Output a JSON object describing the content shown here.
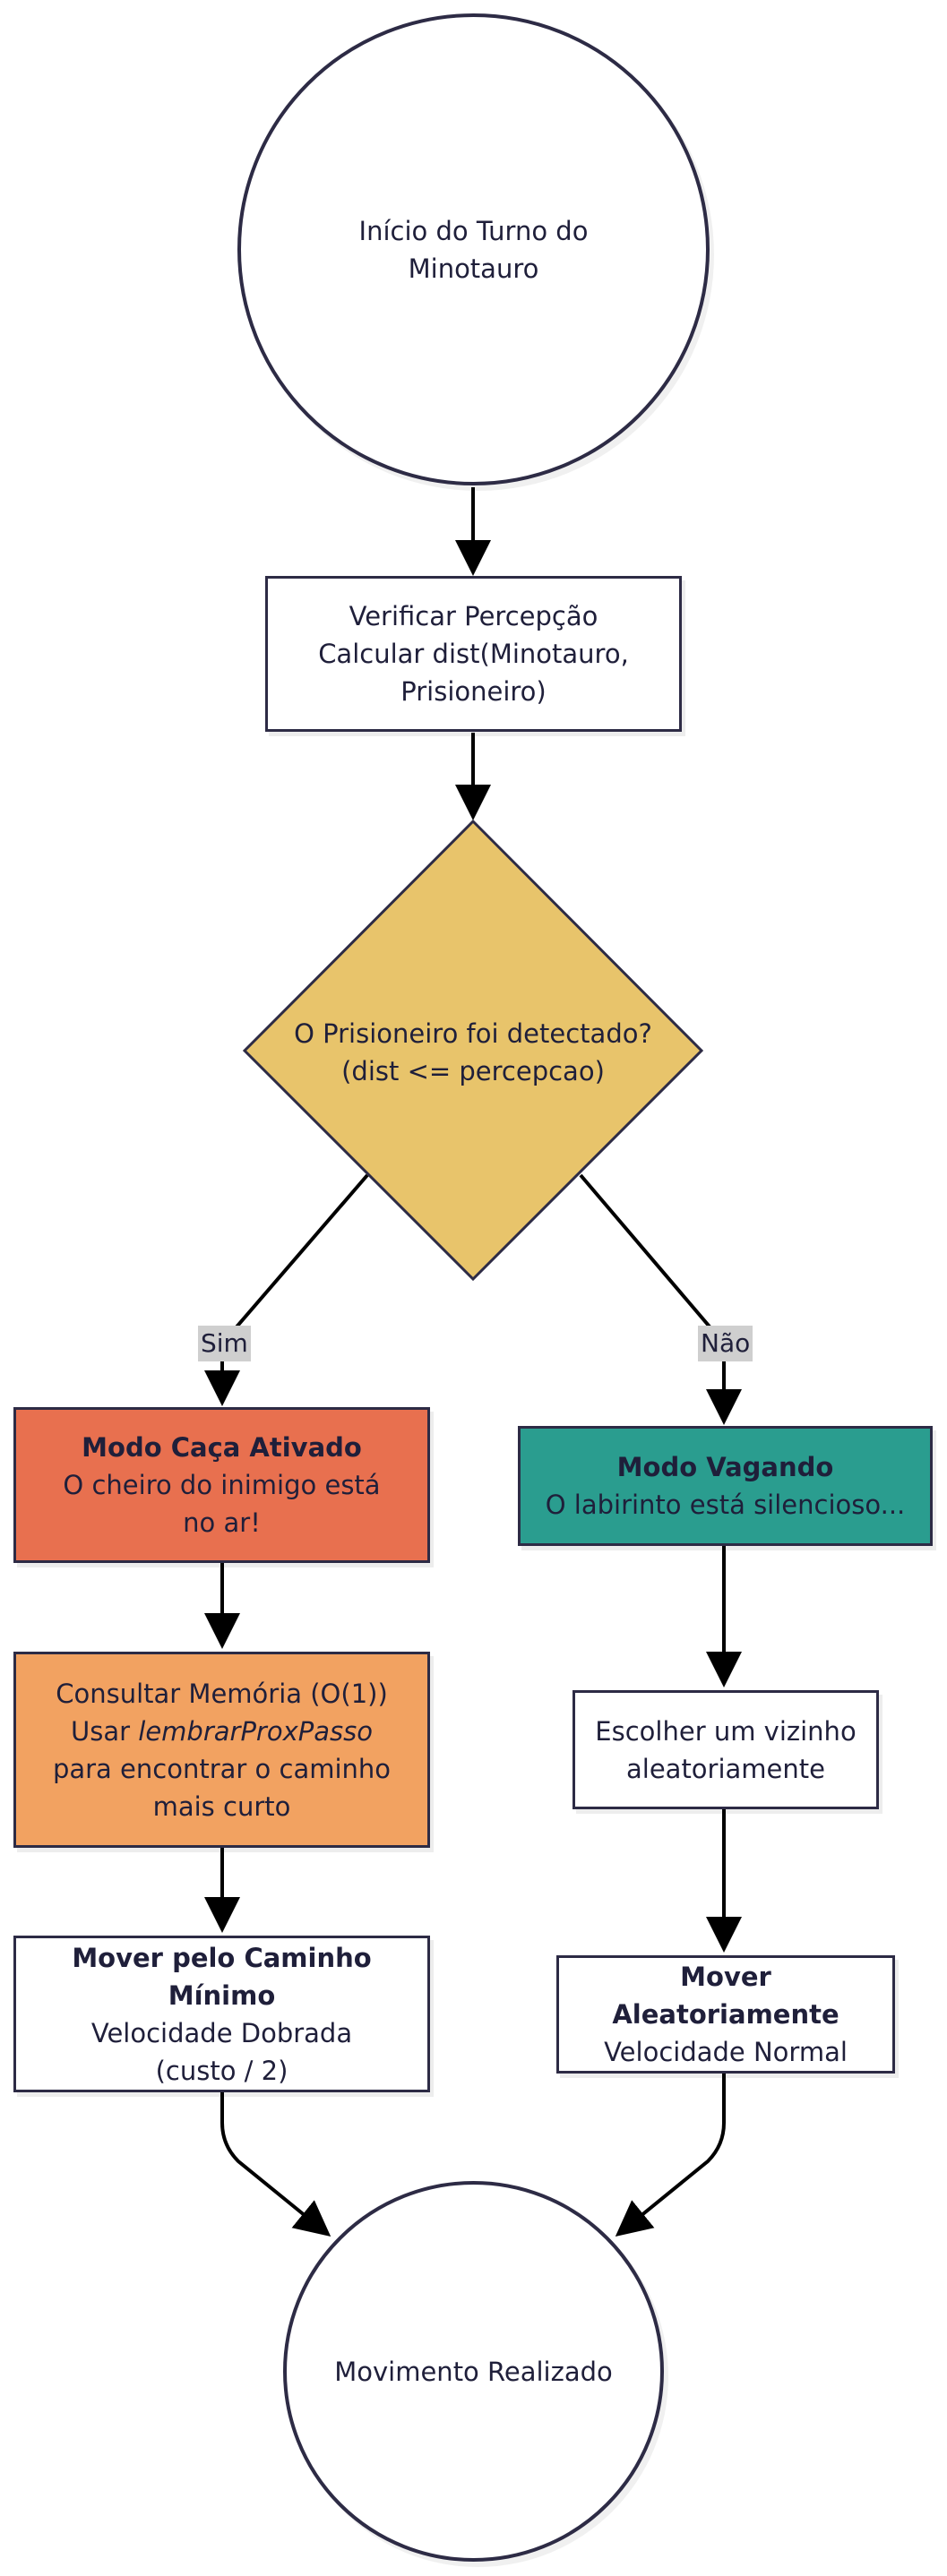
{
  "nodes": {
    "start": "Início do Turno do Minotauro",
    "check_line1": "Verificar Percepção",
    "check_line2": "Calcular dist(Minotauro, Prisioneiro)",
    "decision_line1": "O Prisioneiro foi detectado?",
    "decision_line2": "(dist <= percepcao)",
    "hunt_title": "Modo Caça Ativado",
    "hunt_text": "O cheiro do inimigo está no ar!",
    "memory_line1": "Consultar Memória (O(1))",
    "memory_pre": "Usar ",
    "memory_em": "lembrarProxPasso",
    "memory_post": " para encontrar o caminho mais curto",
    "move_min_title": "Mover pelo Caminho Mínimo",
    "move_min_text": "Velocidade Dobrada (custo / 2)",
    "wander_title": "Modo Vagando",
    "wander_text": "O labirinto está silencioso...",
    "neighbor_text": "Escolher um vizinho aleatoriamente",
    "move_rand_title": "Mover Aleatoriamente",
    "move_rand_text": "Velocidade Normal",
    "end": "Movimento Realizado"
  },
  "edge_labels": {
    "yes": "Sim",
    "no": "Não"
  },
  "colors": {
    "decision_fill": "#e8c46b",
    "hunt_fill": "#e8704f",
    "memory_fill": "#f2a261",
    "wander_fill": "#2a9d8f",
    "stroke": "#2d2b45",
    "label_bg": "#cfcfcf"
  }
}
